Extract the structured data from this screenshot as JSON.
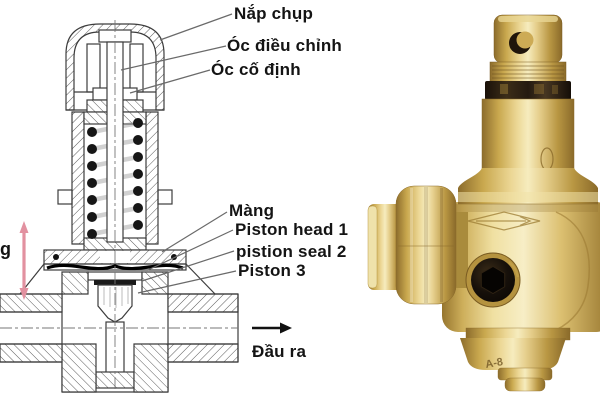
{
  "figure": {
    "description": "Cross-section diagram of a pressure reducing valve with Vietnamese callouts (left) and a photo of a brass pressure reducing valve (right)"
  },
  "diagram": {
    "labels": {
      "cap": "Nắp chụp",
      "adjust_nut": "Óc điều chỉnh",
      "fix_nut": "Óc cố định",
      "diaphragm": "Màng",
      "piston_head": "Piston head 1",
      "piston_seal": "pistion seal 2",
      "piston": "Piston 3",
      "outlet": "Đầu ra",
      "left_cutoff_text": "g"
    },
    "colors": {
      "line": "#3c3c3c",
      "leader_line": "#6a6a6a",
      "black_arrow": "#111111",
      "pink_arrow": "#e291a0",
      "label_text": "#141414"
    }
  },
  "photo": {
    "subject": "brass pressure reducing valve",
    "engraving": "A-8",
    "colors": {
      "brass_highlight": "#f6ecbe",
      "brass_mid": "#d9bc6a",
      "brass_dark": "#8a6a2a",
      "lock_ring": "#241a10",
      "plug_black": "#0b0704"
    }
  }
}
